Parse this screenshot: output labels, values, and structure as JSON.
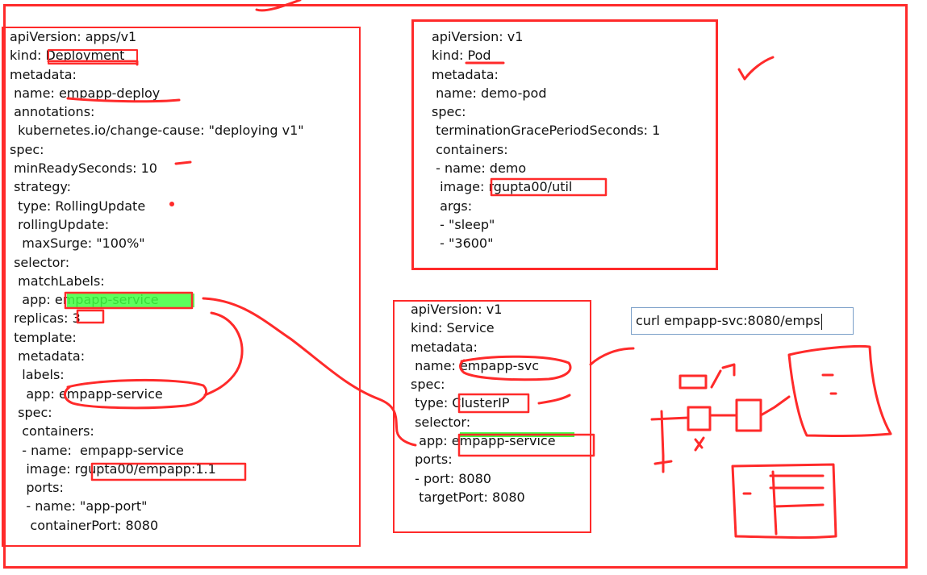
{
  "deployment_yaml": [
    "apiVersion: apps/v1",
    "kind: Deployment",
    "metadata:",
    " name: empapp-deploy",
    " annotations:",
    "  kubernetes.io/change-cause: \"deploying v1\"",
    "spec:",
    " minReadySeconds: 10",
    " strategy:",
    "  type: RollingUpdate",
    "  rollingUpdate:",
    "   maxSurge: \"100%\"",
    " selector:",
    "  matchLabels:",
    "   app: empapp-service",
    " replicas: 3",
    " template:",
    "  metadata:",
    "   labels:",
    "    app: empapp-service",
    "  spec:",
    "   containers:",
    "   - name:  empapp-service",
    "    image: rgupta00/empapp:1.1",
    "    ports:",
    "    - name: \"app-port\"",
    "     containerPort: 8080"
  ],
  "pod_yaml": [
    "apiVersion: v1",
    "kind: Pod",
    "metadata:",
    " name: demo-pod",
    "spec:",
    " terminationGracePeriodSeconds: 1",
    " containers:",
    " - name: demo",
    "  image: rgupta00/util",
    "  args:",
    "  - \"sleep\"",
    "  - \"3600\""
  ],
  "service_yaml": [
    "apiVersion: v1",
    "kind: Service",
    "metadata:",
    " name: empapp-svc",
    "spec:",
    " type: ClusterIP",
    " selector:",
    "  app: empapp-service",
    " ports:",
    " - port: 8080",
    "  targetPort: 8080"
  ],
  "curl_command": "curl empapp-svc:8080/emps",
  "colors": {
    "annotation": "#ff2a2a",
    "highlight": "#3fff3f",
    "text": "#111111"
  }
}
